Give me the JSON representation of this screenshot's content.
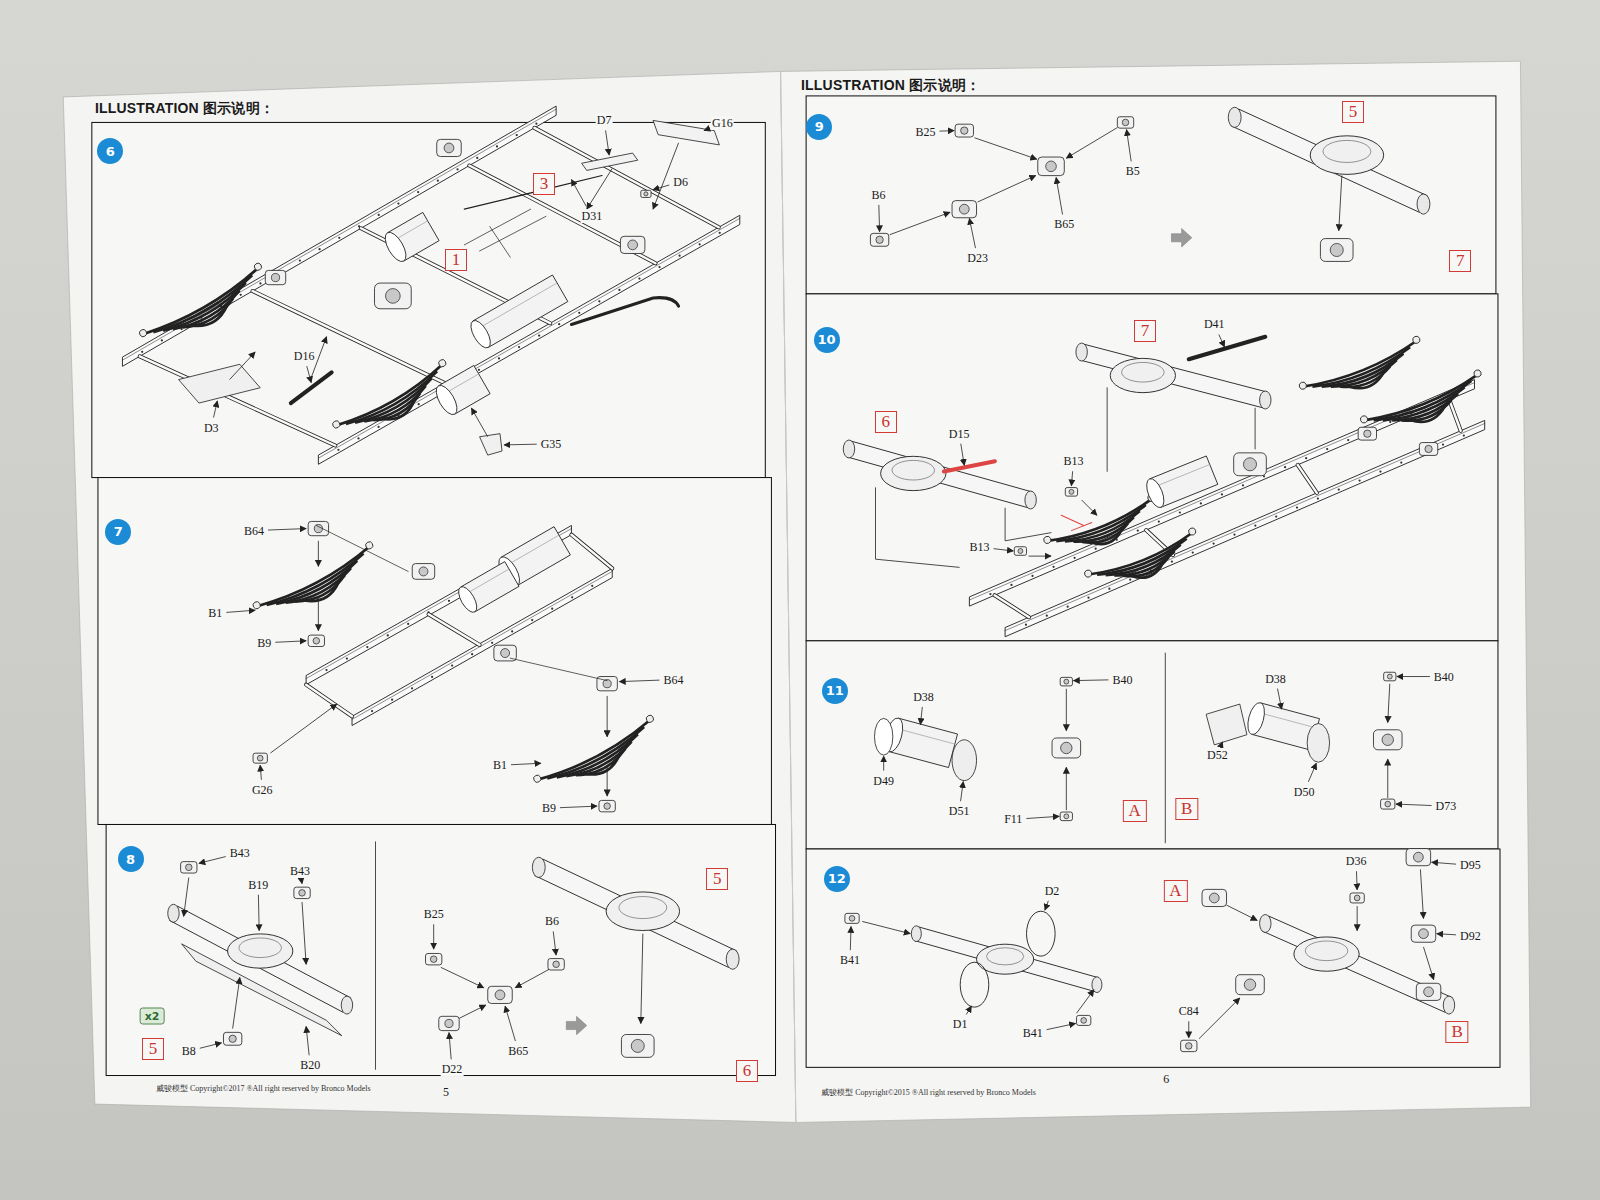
{
  "diagram": {
    "nodes": [
      {
        "text": [
          "6"
        ]
      },
      {
        "text": [
          "3"
        ]
      },
      {
        "text": [
          "1"
        ]
      },
      {
        "text": [
          "7"
        ]
      },
      {
        "text": [
          "8"
        ]
      },
      {
        "text": [
          "x2"
        ]
      },
      {
        "text": [
          "5"
        ]
      },
      {
        "text": [
          "5"
        ]
      },
      {
        "text": [
          "6"
        ]
      },
      {
        "text": [
          "9"
        ]
      },
      {
        "text": [
          "5"
        ]
      },
      {
        "text": [
          "7"
        ]
      },
      {
        "text": [
          "10"
        ]
      },
      {
        "text": [
          "7"
        ]
      },
      {
        "text": [
          "6"
        ]
      },
      {
        "text": [
          "11"
        ]
      },
      {
        "text": [
          "A"
        ]
      },
      {
        "text": [
          "B"
        ]
      },
      {
        "text": [
          "12"
        ]
      },
      {
        "text": [
          "A"
        ]
      },
      {
        "text": [
          "B"
        ]
      }
    ],
    "labels": [
      "ILLUSTRATION 图示说明：",
      "D7",
      "G16",
      "D6",
      "D31",
      "D16",
      "D3",
      "G35",
      "B64",
      "B1",
      "B9",
      "B64",
      "B1",
      "B9",
      "G26",
      "B43",
      "B19",
      "B43",
      "B8",
      "B20",
      "B25",
      "B6",
      "B65",
      "D22",
      "威骏模型 Copyright©2017 ®All right reserved by Bronco Models",
      "5",
      "ILLUSTRATION 图示说明：",
      "B25",
      "B5",
      "B6",
      "B65",
      "D23",
      "D41",
      "D15",
      "B13",
      "B13",
      "D38",
      "B40",
      "D49",
      "D51",
      "F11",
      "D38",
      "B40",
      "D52",
      "D50",
      "D73",
      "D2",
      "B41",
      "D1",
      "B41",
      "D36",
      "D95",
      "D92",
      "C84",
      "威骏模型 Copyright©2015 ®All right reserved by Bronco Models",
      "6"
    ]
  }
}
